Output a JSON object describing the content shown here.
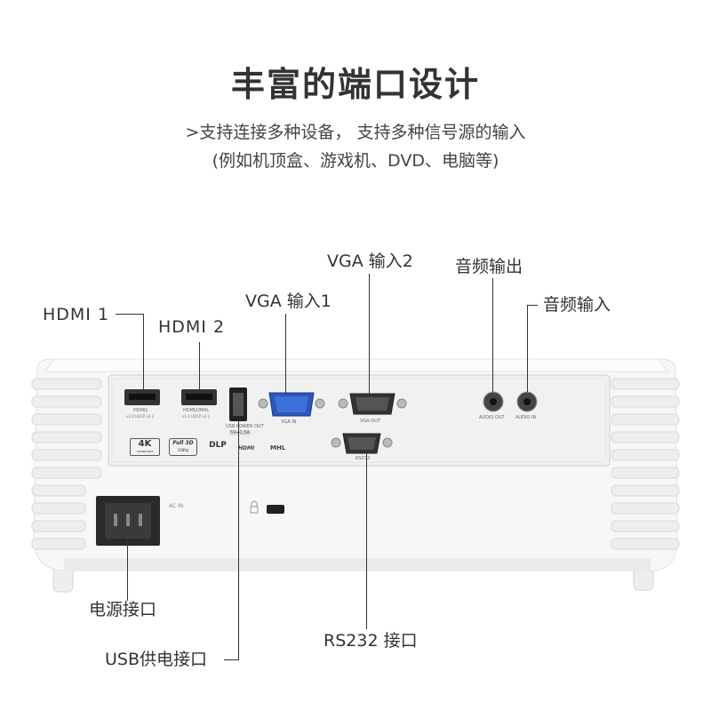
{
  "header": {
    "title": "丰富的端口设计",
    "subtitle_line1": ">支持连接多种设备， 支持多种信号源的输入",
    "subtitle_line2": "(例如机顶盒、游戏机、DVD、电脑等)"
  },
  "callouts": {
    "hdmi1": "HDMI 1",
    "hdmi2": "HDMI 2",
    "vga_in1": "VGA 输入1",
    "vga_in2": "VGA 输入2",
    "audio_out": "音频输出",
    "audio_in": "音频输入",
    "power_port": "电源接口",
    "usb_power_port": "USB供电接口",
    "rs232_port": "RS232 接口"
  },
  "panel_labels": {
    "hdmi1": "HDMI1",
    "hdmi1_desc": "v2.0 HDCP v2.2",
    "hdmi2": "HDMI2/MHL",
    "hdmi2_desc": "v1.4 HDCP v2.2",
    "usb_power": "USB POWER OUT",
    "usb_power_spec": "5V⎓1.5A",
    "vga_in": "VGA IN",
    "vga_out": "VGA OUT",
    "rs232": "RS232",
    "audio_out": "AUDIO OUT",
    "audio_in": "AUDIO IN",
    "ac_in": "AC IN",
    "badge_4k": "4K",
    "badge_4k_sub": "COMPATIBLE",
    "badge_3d": "Full 3D",
    "badge_3d_sub": "1080p",
    "badge_dlp": "DLP",
    "badge_hdmi": "HDMI",
    "badge_mhl": "MHL"
  }
}
